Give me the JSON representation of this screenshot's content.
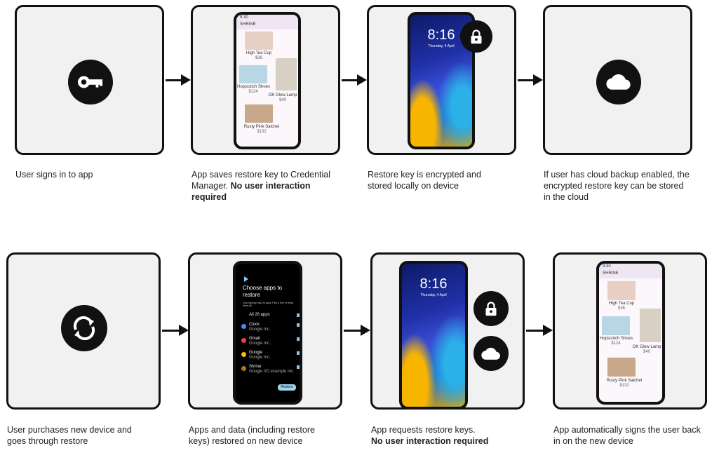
{
  "steps": [
    {
      "caption": "User signs in to app",
      "icon": "key-icon"
    },
    {
      "caption": "App saves restore key to Credential Manager.",
      "caption_bold": "No user interaction required"
    },
    {
      "caption": "Restore key is encrypted and stored locally on device",
      "icon": "lock-icon"
    },
    {
      "caption": "If user has cloud backup enabled, the encrypted restore key can be stored in the cloud",
      "icon": "cloud-icon"
    },
    {
      "caption": "User purchases new device and goes through restore",
      "icon": "sync-icon"
    },
    {
      "caption": "Apps and data (including restore keys) restored on new device"
    },
    {
      "caption": "App requests restore keys.",
      "caption_bold": "No user interaction required"
    },
    {
      "caption": "App automatically signs the user back in on the new device"
    }
  ],
  "lockscreen": {
    "time": "8:16",
    "date": "Thursday, 4 April"
  },
  "shrine": {
    "app": "SHRINE",
    "status_time": "9:30",
    "products": [
      {
        "name": "High Tea Cup",
        "price": "$36"
      },
      {
        "name": "Hopscotch Shoes",
        "price": "$124"
      },
      {
        "name": "OK Glow Lamp",
        "price": "$40"
      },
      {
        "name": "Rusty Pink Satchel",
        "price": "$132"
      }
    ]
  },
  "restore": {
    "title": "Choose apps to restore",
    "subtitle": "Your backup has 26 apps. Pick a few or bring them all.",
    "all": "All 26 apps",
    "apps": [
      {
        "name": "Clock",
        "pub": "Google Inc.",
        "color": "#4a8af4"
      },
      {
        "name": "Gmail",
        "pub": "Google Inc.",
        "color": "#ea4335"
      },
      {
        "name": "Google",
        "pub": "Google Inc.",
        "color": "#fbbc05"
      },
      {
        "name": "Shrine",
        "pub": "Google I/O example Inc.",
        "color": "#a8791b"
      }
    ],
    "button": "Restore"
  }
}
